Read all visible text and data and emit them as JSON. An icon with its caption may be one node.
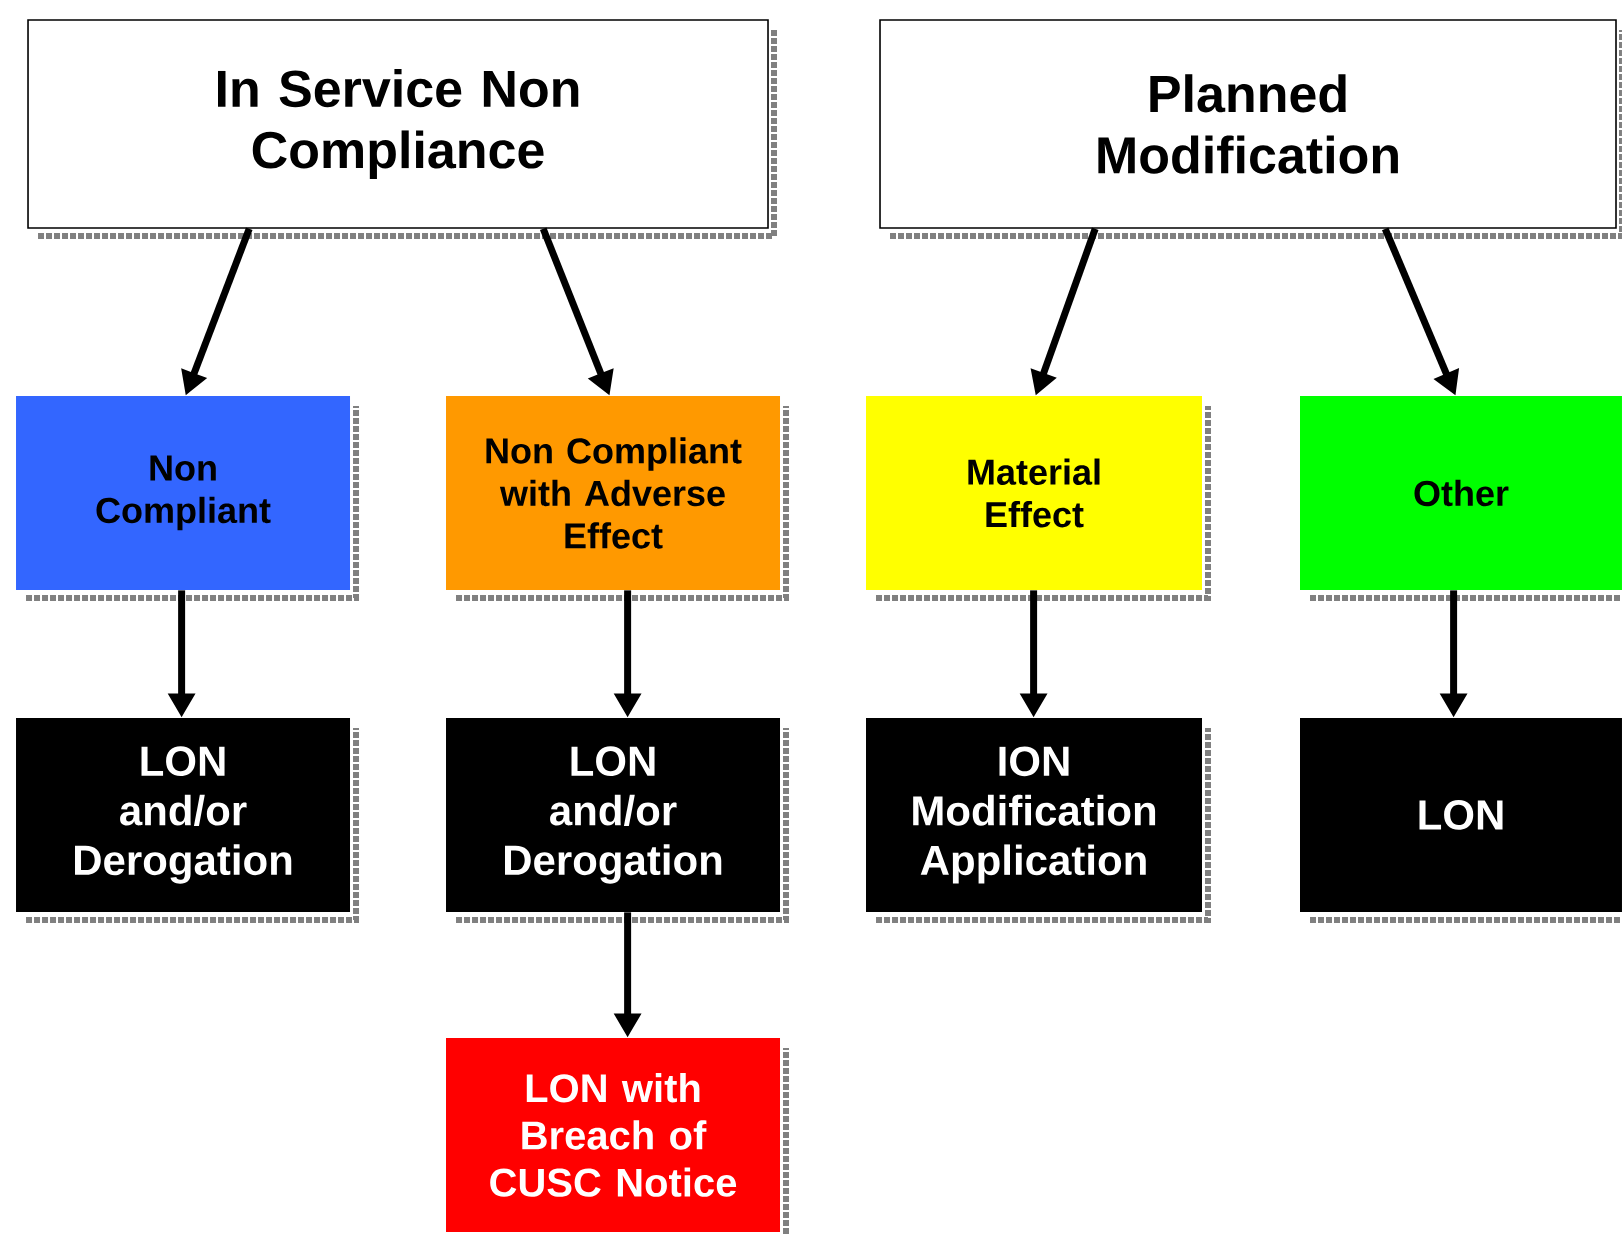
{
  "diagram": {
    "nodes": [
      {
        "text": [
          "In Service Non Compliance"
        ]
      },
      {
        "text": [
          "Planned Modification"
        ]
      },
      {
        "text": [
          "Non Compliant"
        ]
      },
      {
        "text": [
          "Non Compliant with Adverse Effect"
        ]
      },
      {
        "text": [
          "Material Effect"
        ]
      },
      {
        "text": [
          "Other"
        ]
      },
      {
        "text": [
          "LON and/or Derogation"
        ]
      },
      {
        "text": [
          "LON and/or Derogation"
        ]
      },
      {
        "text": [
          "ION Modification Application"
        ]
      },
      {
        "text": [
          "LON"
        ]
      },
      {
        "text": [
          "LON with Breach of CUSC Notice"
        ]
      }
    ],
    "edges": [
      {
        "from": 0,
        "to": 2,
        "arrow": "to"
      },
      {
        "from": 0,
        "to": 3,
        "arrow": "to"
      },
      {
        "from": 1,
        "to": 4,
        "arrow": "to"
      },
      {
        "from": 1,
        "to": 5,
        "arrow": "to"
      },
      {
        "from": 2,
        "to": 6,
        "arrow": "to"
      },
      {
        "from": 3,
        "to": 7,
        "arrow": "to"
      },
      {
        "from": 4,
        "to": 8,
        "arrow": "to"
      },
      {
        "from": 5,
        "to": 9,
        "arrow": "to"
      },
      {
        "from": 7,
        "to": 10,
        "arrow": "to"
      }
    ]
  }
}
